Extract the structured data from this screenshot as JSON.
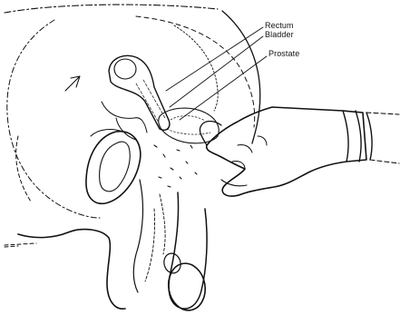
{
  "labels": {
    "rectum": "Rectum",
    "bladder": "Bladder",
    "prostate": "Prostate"
  },
  "colors": {
    "ink": "#111111",
    "paper": "#ffffff"
  }
}
